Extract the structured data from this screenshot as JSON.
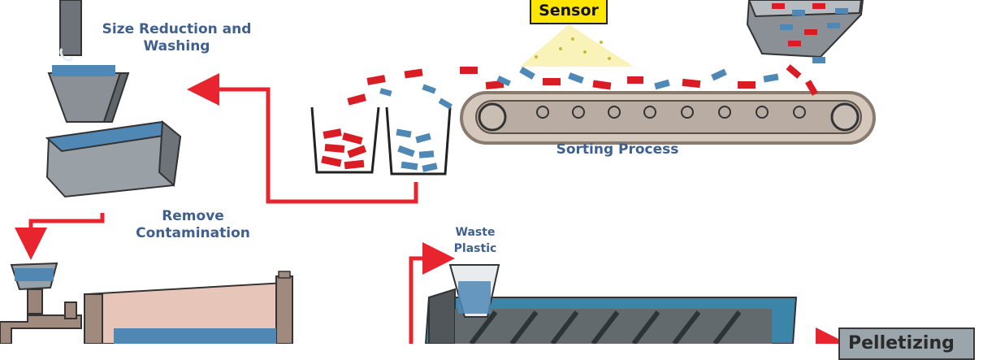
{
  "labels": {
    "sensor": "Sensor",
    "size_reduction": "Size Reduction and Washing",
    "remove_contamination": "Remove Contamination",
    "sorting_process": "Sorting Process",
    "waste_plastic": "Waste Plastic",
    "pelletizing": "Pelletizing"
  },
  "colors": {
    "arrow": "#e8242f",
    "flake_blue": "#4f88b5",
    "flake_red": "#d81d24",
    "machine_grey": "#8a9096",
    "label_text": "#3f5f8f",
    "sensor_fill": "#ffe600",
    "extruder_blue": "#3b86a8"
  }
}
